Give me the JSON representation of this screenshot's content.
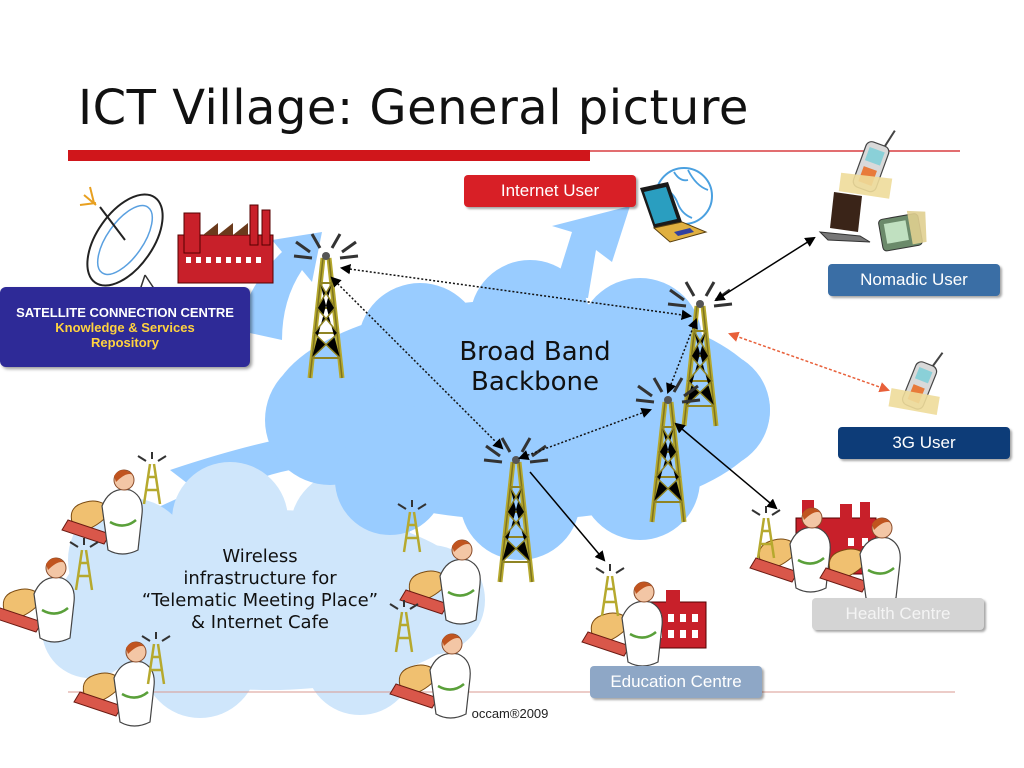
{
  "slide": {
    "title": "ICT Village: General picture",
    "footer": "occam®2009"
  },
  "labels": {
    "internet_user": "Internet User",
    "nomadic_user": "Nomadic  User",
    "g3_user": "3G  User",
    "health_centre": "Health Centre",
    "education_centre": "Education Centre"
  },
  "satellite_centre": {
    "line1": "SATELLITE CONNECTION CENTRE",
    "line2": "Knowledge & Services",
    "line3": "Repository"
  },
  "clouds": {
    "backbone_line1": "Broad Band",
    "backbone_line2": "Backbone",
    "wireless_line1": "Wireless",
    "wireless_line2": "infrastructure for",
    "wireless_line3": "“Telematic Meeting Place”",
    "wireless_line4": "& Internet Cafe"
  },
  "colors": {
    "title_bar": "#d0161b",
    "cloud_backbone": "#99ccff",
    "cloud_wireless": "#cfe6fb",
    "internet_user_box": "#d81f26",
    "nomadic_box": "#3a6ea5",
    "g3_box": "#0d3c78",
    "health_box": "#cfcfcf",
    "education_box": "#8ea7c6",
    "satellite_box": "#2e2a97"
  },
  "icons": [
    "satellite-dish-icon",
    "factory-icon",
    "antenna-tower-icon",
    "laptop-icon",
    "globe-icon",
    "mobile-phone-icon",
    "pda-icon",
    "person-at-desk-icon",
    "hospital-icon",
    "school-icon"
  ]
}
